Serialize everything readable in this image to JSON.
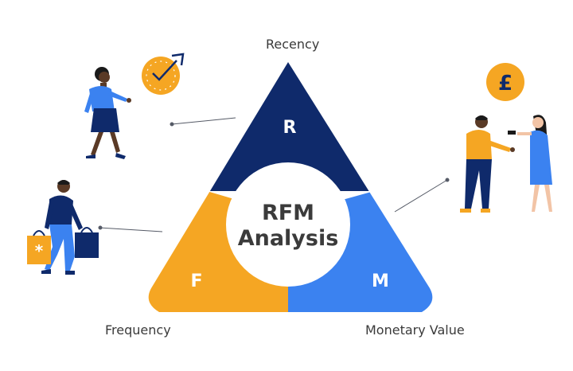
{
  "labels": {
    "recency": "Recency",
    "frequency": "Frequency",
    "monetary": "Monetary Value"
  },
  "segments": {
    "r": "R",
    "f": "F",
    "m": "M"
  },
  "center": {
    "line1": "RFM",
    "line2": "Analysis"
  },
  "currency_symbol": "£",
  "colors": {
    "navy": "#0f2a6b",
    "orange": "#f5a623",
    "blue": "#3b82f0",
    "skin": "#5a3a26",
    "gray_line": "#555a66"
  },
  "icons": [
    "clock-icon",
    "pound-coin-icon",
    "shopping-bags-icon"
  ]
}
